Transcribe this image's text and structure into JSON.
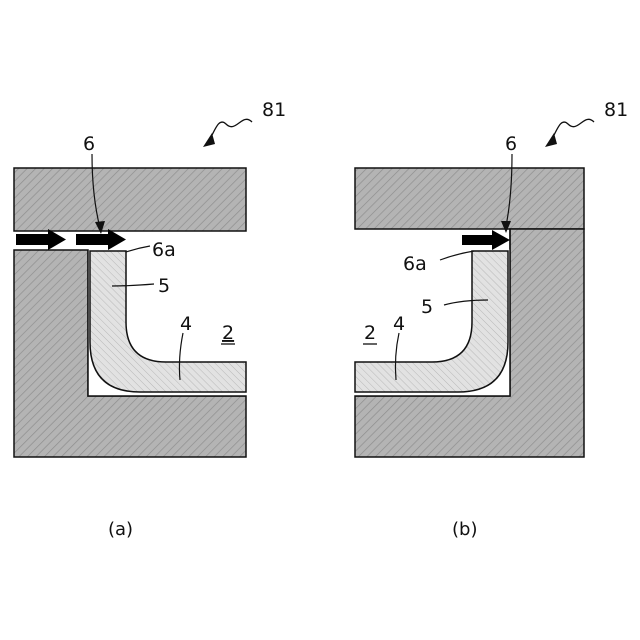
{
  "figure_ref": "81",
  "panels": [
    {
      "caption": "(a)",
      "labels": {
        "gap": "6",
        "edge": "6a",
        "wall": "5",
        "bottom": "4",
        "part": "2"
      }
    },
    {
      "caption": "(b)",
      "labels": {
        "gap": "6",
        "edge": "6a",
        "wall": "5",
        "bottom": "4",
        "part": "2"
      }
    }
  ],
  "colors": {
    "mold": "#b4b4b4",
    "sheet": "#d9d9d9",
    "line": "#111111",
    "arrow": "#000000"
  }
}
